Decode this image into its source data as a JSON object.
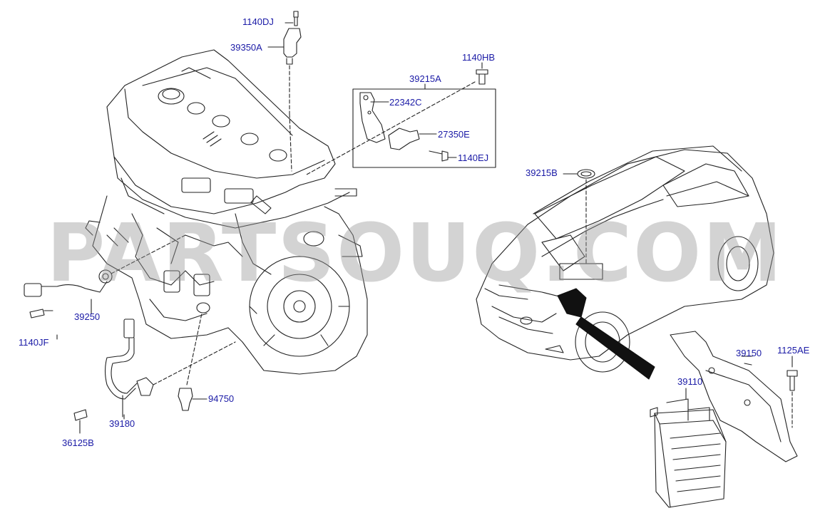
{
  "watermark": "PARTSOUQ.COM",
  "labels": {
    "p1140DJ": "1140DJ",
    "p39350A": "39350A",
    "p1140HB": "1140HB",
    "p39215A": "39215A",
    "p22342C": "22342C",
    "p27350E": "27350E",
    "p1140EJ": "1140EJ",
    "p39215B": "39215B",
    "p39250": "39250",
    "p1140JF": "1140JF",
    "p39180": "39180",
    "p36125B": "36125B",
    "p94750": "94750",
    "p39150": "39150",
    "p1125AE": "1125AE",
    "p39110": "39110"
  },
  "colors": {
    "label": "#1a1aa6",
    "line": "#222222",
    "watermark": "#969696"
  }
}
